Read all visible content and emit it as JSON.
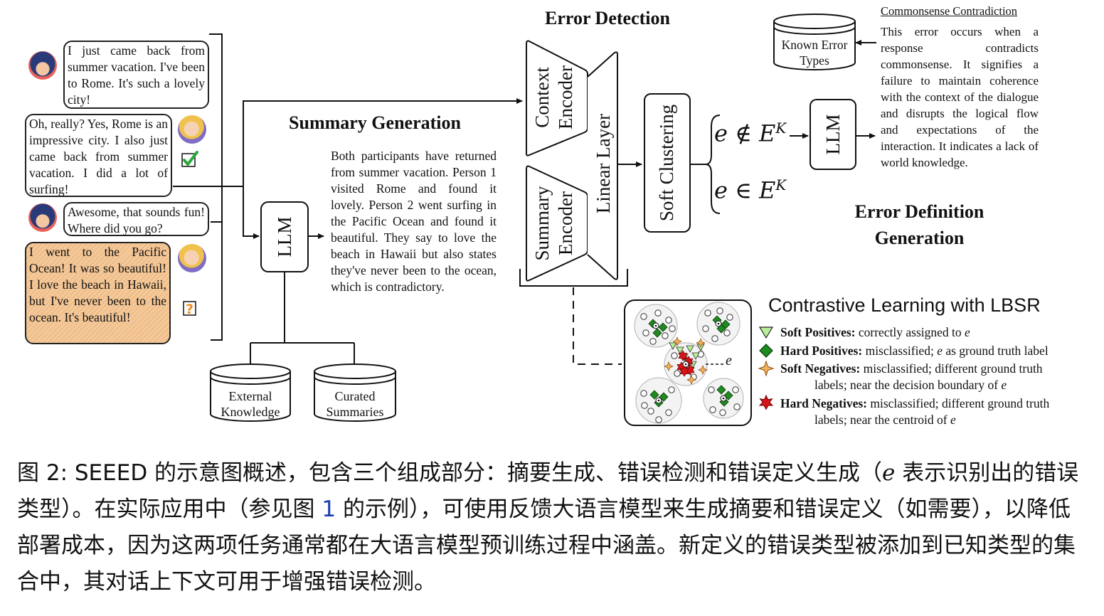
{
  "dialogue": {
    "turn1": "I just came back from summer vacation. I've been to Rome. It's such a lovely city!",
    "turn2": "Oh, really? Yes, Rome is an impressive city. I also just came back from summer vacation. I did a lot of surfing!",
    "turn3": "Awesome, that sounds fun! Where did you go?",
    "turn4": "I went to the Pacific Ocean! It was so beautiful! I love the beach in Hawaii, but I've never been to the ocean. It's beautiful!",
    "check_icon": "checkmark-icon",
    "question_icon": "question-mark-icon"
  },
  "summary_generation": {
    "title": "Summary Generation",
    "llm_label": "LLM",
    "summary_text": "Both participants have returned from summer vacation. Person 1 visited Rome and found it lovely. Person 2 went surfing in the Pacific Ocean and found it beautiful. They say to love the beach in Hawaii but also states they've never been to the ocean, which is contradictory.",
    "db_external": "External Knowledge",
    "db_curated": "Curated Summaries"
  },
  "error_detection": {
    "title": "Error Detection",
    "context_encoder": "Context Encoder",
    "summary_encoder": "Summary Encoder",
    "linear_layer": "Linear Layer",
    "soft_clustering": "Soft Clustering",
    "not_in": "e ∉ E",
    "in": "e ∈ E",
    "superscript": "K"
  },
  "error_definition": {
    "title_line1": "Error Definition",
    "title_line2": "Generation",
    "llm_label": "LLM",
    "known_types": "Known Error Types",
    "def_title": "Commonsense Contradiction",
    "def_text": "This error occurs when a response contradicts commonsense. It signifies a failure to maintain coherence with the context of the dialogue and disrupts the logical flow and expectations of the interaction. It indicates a lack of world knowledge."
  },
  "contrastive": {
    "title": "Contrastive Learning with LBSR",
    "e_label": "e",
    "items": [
      {
        "name": "Soft Positives:",
        "desc": "correctly assigned to ",
        "var": "e",
        "color": "#b8f09a"
      },
      {
        "name": "Hard Positives:",
        "desc": "misclassified; ",
        "var": "e",
        "desc2": " as ground truth label",
        "color": "#1f8a1f"
      },
      {
        "name": "Soft Negatives:",
        "desc": "misclassified; different ground truth",
        "line2": "labels; near the decision boundary of ",
        "var": "e",
        "color": "#f3b35a"
      },
      {
        "name": "Hard Negatives:",
        "desc": "misclassified; different ground truth",
        "line2": "labels; near the centroid of ",
        "var": "e",
        "color": "#d6141a"
      }
    ]
  },
  "caption": {
    "before_ref": "图 2: SEEED 的示意图概述，包含三个组成部分：摘要生成、错误检测和错误定义生成（",
    "var": "e",
    "after_var": " 表示识别出的错误类型）。在实际应用中（参见图 ",
    "ref": "1",
    "after_ref": " 的示例），可使用反馈大语言模型来生成摘要和错误定义（如需要），以降低部署成本，因为这两项任务通常都在大语言模型预训练过程中涵盖。新定义的错误类型被添加到已知类型的集合中，其对话上下文可用于增强错误检测。"
  }
}
